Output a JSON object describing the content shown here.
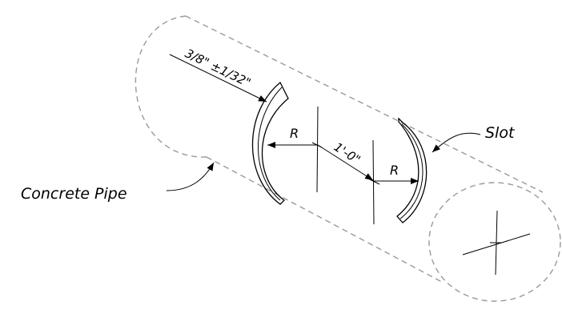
{
  "labels": {
    "tolerance": "3/8\" ±1/32\"",
    "radius_left": "R",
    "radius_right": "R",
    "spacing": "1'-0\"",
    "slot": "Slot",
    "pipe": "Concrete Pipe"
  }
}
